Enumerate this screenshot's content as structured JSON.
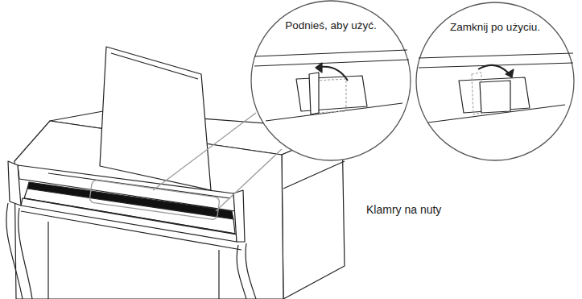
{
  "diagram": {
    "nodes": [
      {
        "text": [
          "Podnieś, aby użyć."
        ]
      },
      {
        "text": [
          "Zamknij po użyciu."
        ]
      }
    ],
    "labels": [
      "Klamry na nuty"
    ]
  }
}
